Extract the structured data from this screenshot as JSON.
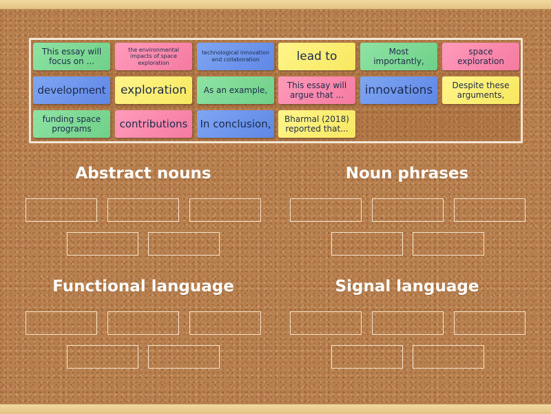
{
  "cards": [
    {
      "text": "This essay will focus on ...",
      "color": "green"
    },
    {
      "text": "the environmental impacts of space exploration",
      "color": "pink"
    },
    {
      "text": "technological innovation and collaboration",
      "color": "blue"
    },
    {
      "text": "lead to",
      "color": "yellow"
    },
    {
      "text": "Most importantly,",
      "color": "green"
    },
    {
      "text": "space exploration",
      "color": "pink"
    },
    {
      "text": "development",
      "color": "blue"
    },
    {
      "text": "exploration",
      "color": "yellow"
    },
    {
      "text": "As an example,",
      "color": "green"
    },
    {
      "text": "This essay will argue that ...",
      "color": "pink"
    },
    {
      "text": "innovations",
      "color": "blue"
    },
    {
      "text": "Despite these arguments,",
      "color": "yellow"
    },
    {
      "text": "funding space programs",
      "color": "green"
    },
    {
      "text": "contributions",
      "color": "pink"
    },
    {
      "text": "In conclusion,",
      "color": "blue"
    },
    {
      "text": "Bharmal (2018) reported that...",
      "color": "yellow"
    }
  ],
  "categories": [
    {
      "title": "Abstract nouns",
      "slots": 5
    },
    {
      "title": "Noun phrases",
      "slots": 5
    },
    {
      "title": "Functional language",
      "slots": 5
    },
    {
      "title": "Signal language",
      "slots": 5
    }
  ],
  "colors": {
    "green": "#7dd996",
    "pink": "#f98aae",
    "blue": "#6f96ec",
    "yellow": "#f9ec72",
    "cork": "#b9804f",
    "frame": "#f3e7d4",
    "text": "#1d2a4a"
  }
}
